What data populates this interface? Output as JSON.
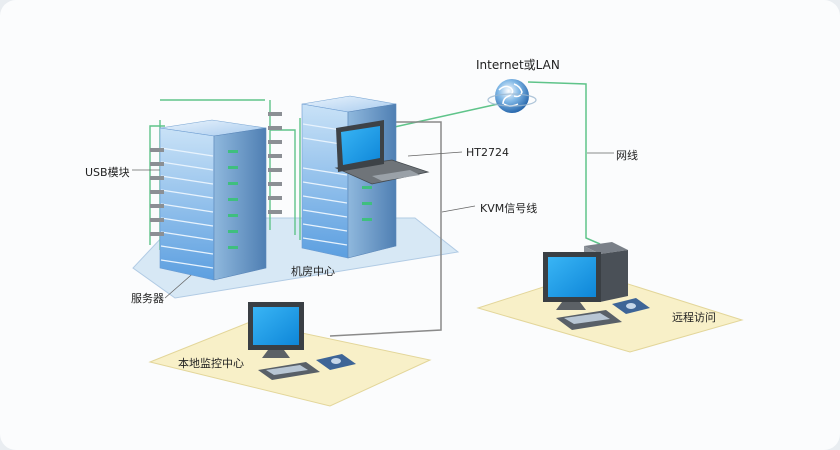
{
  "labels": {
    "network": "Internet或LAN",
    "kvm_switch": "HT2724",
    "usb_module": "USB模块",
    "kvm_cable": "KVM信号线",
    "ethernet": "网线",
    "server_room": "机房中心",
    "servers": "服务器",
    "local_center": "本地监控中心",
    "remote_access": "远程访问"
  },
  "colors": {
    "platform_blue": "#d4e6f5",
    "platform_yellow": "#f8f0c8",
    "green_cable": "#5fc48a",
    "kvm_cable": "#8a8a8a",
    "screen_blue": "#1aa0e8",
    "rack_blue": "#7bb3ea"
  }
}
